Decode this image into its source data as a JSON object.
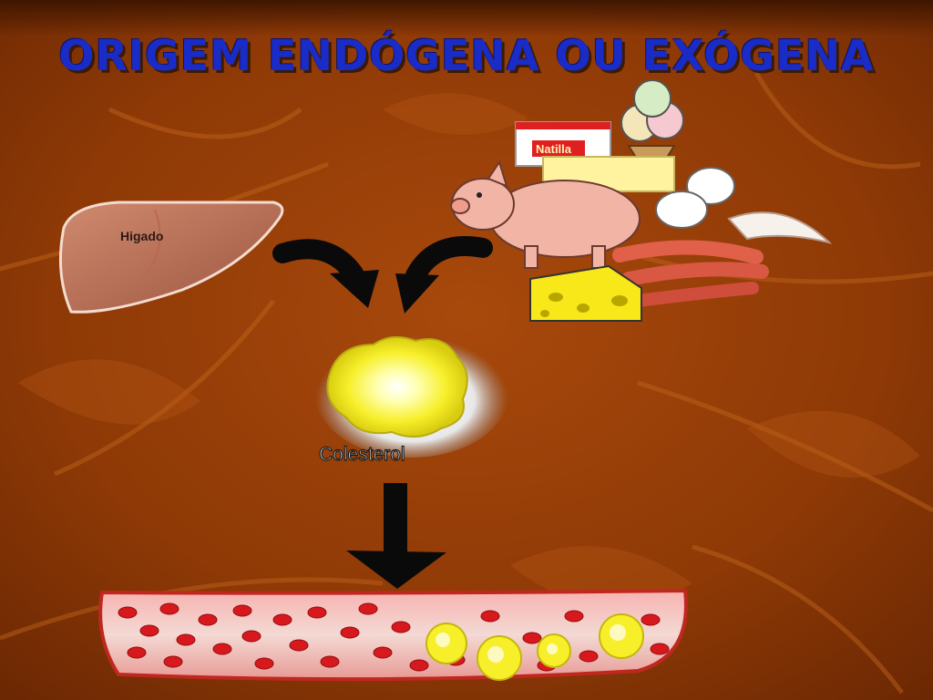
{
  "slide": {
    "title": "ORIGEM ENDÓGENA OU EXÓGENA"
  },
  "labels": {
    "liver": "Higado",
    "cholesterol": "Colesterol",
    "food_brand": "Natilla"
  },
  "colors": {
    "background": "#9a3f08",
    "title": "#1a2cc8",
    "cholesterol": "#f7ef2a",
    "blood_cell": "#d7191d"
  }
}
